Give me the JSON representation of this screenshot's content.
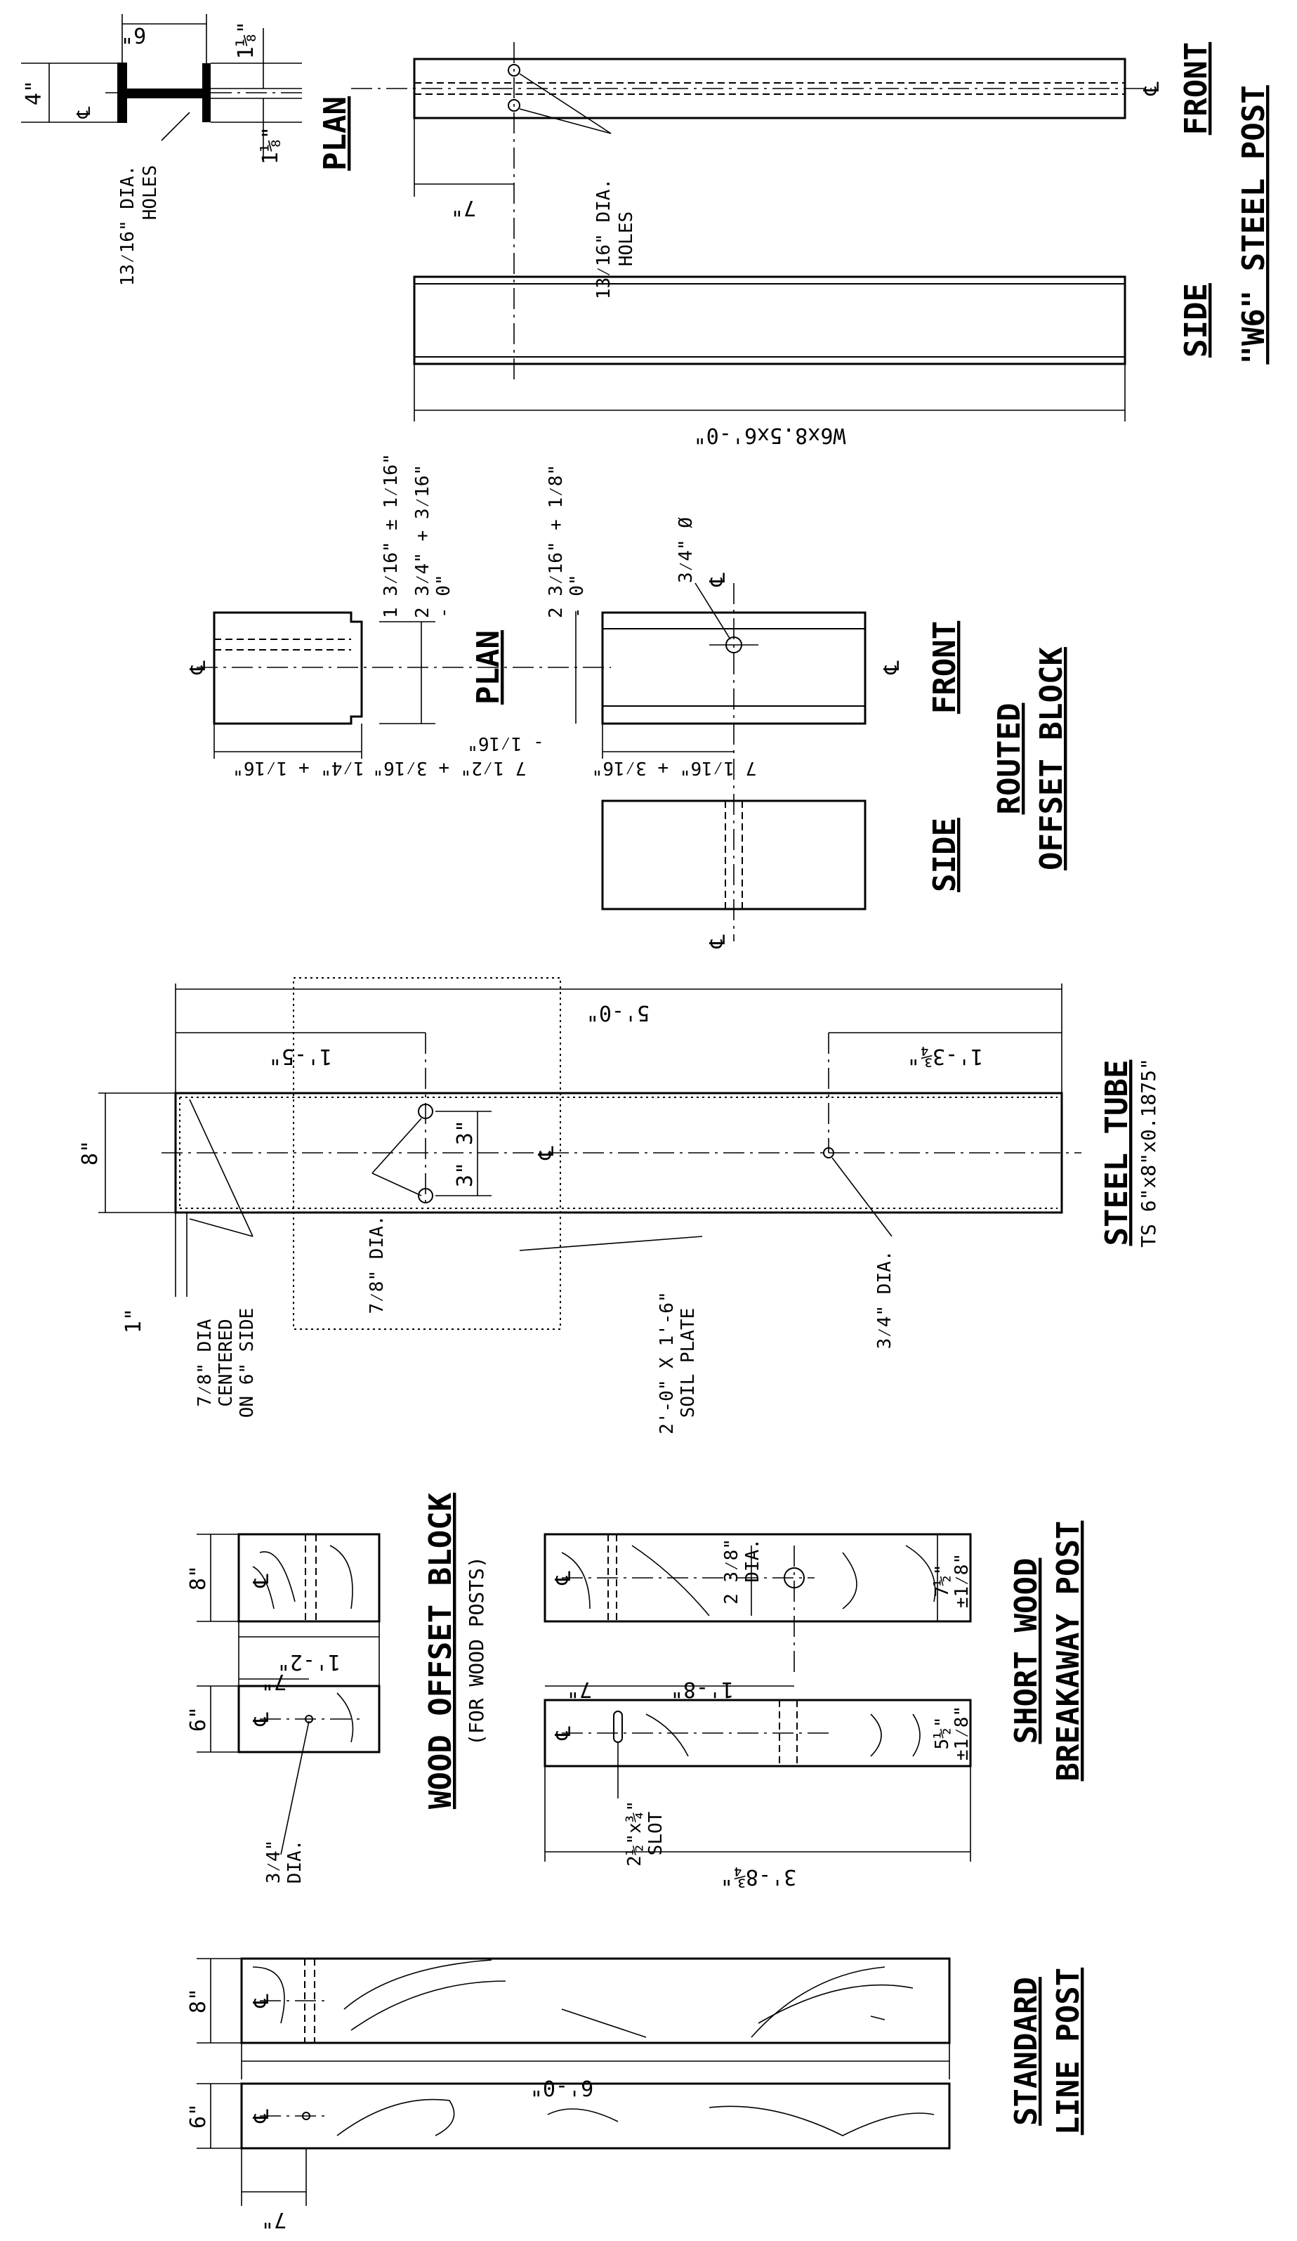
{
  "steel_post": {
    "title": "\"W6\" STEEL POST",
    "plan_label": "PLAN",
    "front_label": "FRONT",
    "side_label": "SIDE",
    "dim_4": "4\"",
    "dim_6": "6\"",
    "dim_1_1_8a": "1⅛\"",
    "dim_1_1_8b": "1⅛\"",
    "plan_holes_dia": "13⁄16\" DIA.",
    "plan_holes": "HOLES",
    "front_dim_7": "7\"",
    "front_holes_dia": "13⁄16\" DIA.",
    "front_holes": "HOLES",
    "length": "W6x8.5x6'-0\"",
    "cl": "℄"
  },
  "offset_block": {
    "title_line1": "ROUTED",
    "title_line2": "OFFSET BLOCK",
    "plan_label": "PLAN",
    "front_label": "FRONT",
    "side_label": "SIDE",
    "dim_a": "1 3⁄16\" ± 1⁄16\"",
    "dim_b": "2 3⁄4\" + 3⁄16\"",
    "dim_b2": "- 0\"",
    "dim_c": "2 3⁄16\" + 1⁄8\"",
    "dim_c2": "- 0\"",
    "dim_hole": "3⁄4\" Ø",
    "dim_d": "1⁄4\" + 1⁄16\"",
    "dim_e": "7 1⁄2\" + 3⁄16\"",
    "dim_e2": "- 1⁄16\"",
    "dim_f": "7 1⁄16\" + 3⁄16\"",
    "cl": "℄"
  },
  "steel_tube": {
    "title": "STEEL TUBE",
    "subtitle": "TS 6\"x8\"x0.1875\"",
    "dim_length": "5'-0\"",
    "dim_1_5": "1'-5\"",
    "dim_1_3_75": "1'-3¾\"",
    "dim_8": "8\"",
    "dim_3a": "3\"",
    "dim_3b": "3\"",
    "dim_1": "1\"",
    "hole_dia_7_8": "7⁄8\" DIA.",
    "hole_dia_3_4": "3⁄4\" DIA.",
    "note_line1": "7⁄8\" DIA",
    "note_line2": "CENTERED",
    "note_line3": "ON 6\" SIDE",
    "soil_plate_line1": "2'-0\" X 1'-6\"",
    "soil_plate_line2": "SOIL PLATE",
    "cl": "℄"
  },
  "wood_offset_block": {
    "title": "WOOD OFFSET BLOCK",
    "subtitle": "(FOR WOOD POSTS)",
    "dim_8": "8\"",
    "dim_6": "6\"",
    "dim_1_2": "1'-2\"",
    "dim_7": "7\"",
    "hole_dia_line1": "3⁄4\"",
    "hole_dia_line2": "DIA.",
    "cl": "℄"
  },
  "short_post": {
    "title_line1": "SHORT WOOD",
    "title_line2": "BREAKAWAY POST",
    "dim_7": "7\"",
    "dim_1_8": "1'-8\"",
    "dim_2_3_8": "2 3⁄8\"",
    "dim_dia": "DIA.",
    "dim_7_1_2": "7½\"",
    "dim_7_1_2_tol": "±1⁄8\"",
    "dim_5_1_2": "5½\"",
    "dim_5_1_2_tol": "±1⁄8\"",
    "slot_line1": "2½\"x¾\"",
    "slot_line2": "SLOT",
    "length": "3'-8¾\"",
    "cl": "℄"
  },
  "standard_post": {
    "title_line1": "STANDARD",
    "title_line2": "LINE POST",
    "dim_8": "8\"",
    "dim_6": "6\"",
    "length": "6'-0\"",
    "dim_7": "7\"",
    "cl": "℄"
  }
}
